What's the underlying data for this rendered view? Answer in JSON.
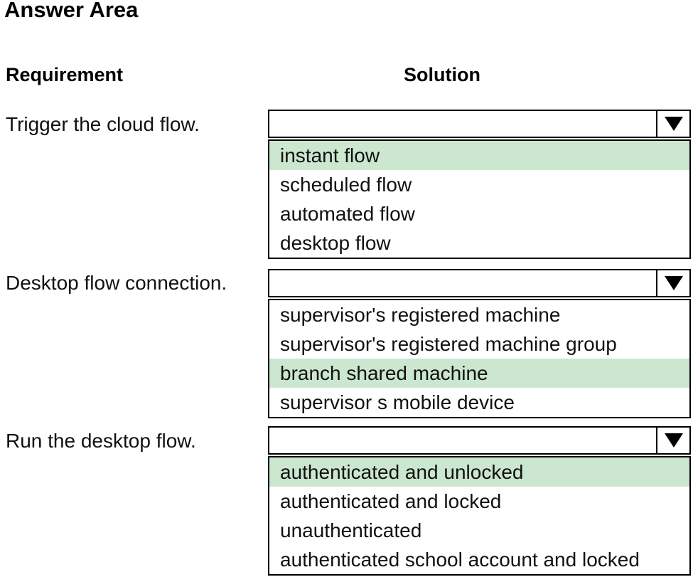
{
  "title": "Answer Area",
  "columns": {
    "requirement": "Requirement",
    "solution": "Solution"
  },
  "highlight_color": "#cbe7cf",
  "rows": [
    {
      "requirement": "Trigger the cloud flow.",
      "dropdown": {
        "value": ""
      },
      "options": [
        {
          "label": "instant flow",
          "highlighted": true
        },
        {
          "label": "scheduled flow",
          "highlighted": false
        },
        {
          "label": "automated flow",
          "highlighted": false
        },
        {
          "label": "desktop flow",
          "highlighted": false
        }
      ]
    },
    {
      "requirement": "Desktop flow connection.",
      "dropdown": {
        "value": ""
      },
      "options": [
        {
          "label": "supervisor's registered machine",
          "highlighted": false
        },
        {
          "label": "supervisor's registered machine group",
          "highlighted": false
        },
        {
          "label": "branch shared machine",
          "highlighted": true
        },
        {
          "label": "supervisor s mobile device",
          "highlighted": false
        }
      ]
    },
    {
      "requirement": "Run the desktop flow.",
      "dropdown": {
        "value": ""
      },
      "options": [
        {
          "label": "authenticated and unlocked",
          "highlighted": true
        },
        {
          "label": "authenticated and locked",
          "highlighted": false
        },
        {
          "label": "unauthenticated",
          "highlighted": false
        },
        {
          "label": "authenticated school account and locked",
          "highlighted": false
        }
      ]
    }
  ]
}
